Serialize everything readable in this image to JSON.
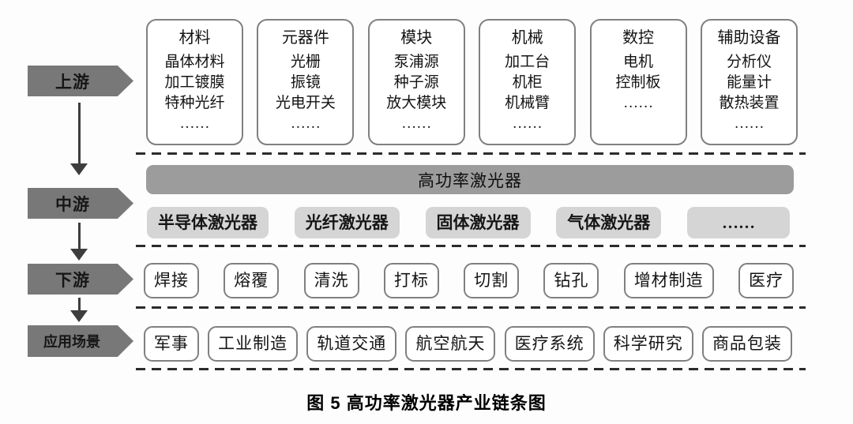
{
  "figure": {
    "caption": "图 5  高功率激光器产业链条图"
  },
  "stages": [
    {
      "id": "upstream",
      "label": "上游"
    },
    {
      "id": "midstream",
      "label": "中游"
    },
    {
      "id": "downstream",
      "label": "下游"
    },
    {
      "id": "application",
      "label": "应用场景"
    }
  ],
  "upstream": {
    "boxes": [
      {
        "title": "材料",
        "items": [
          "晶体材料",
          "加工镀膜",
          "特种光纤",
          "……"
        ]
      },
      {
        "title": "元器件",
        "items": [
          "光栅",
          "振镜",
          "光电开关",
          "……"
        ]
      },
      {
        "title": "模块",
        "items": [
          "泵浦源",
          "种子源",
          "放大模块",
          "……"
        ]
      },
      {
        "title": "机械",
        "items": [
          "加工台",
          "机柜",
          "机械臂",
          "……"
        ]
      },
      {
        "title": "数控",
        "items": [
          "电机",
          "控制板",
          "……"
        ]
      },
      {
        "title": "辅助设备",
        "items": [
          "分析仪",
          "能量计",
          "散热装置",
          "……"
        ]
      }
    ]
  },
  "midstream": {
    "banner": "高功率激光器",
    "tags": [
      "半导体激光器",
      "光纤激光器",
      "固体激光器",
      "气体激光器",
      "……"
    ]
  },
  "downstream": {
    "boxes": [
      "焊接",
      "熔覆",
      "清洗",
      "打标",
      "切割",
      "钻孔",
      "增材制造",
      "医疗"
    ]
  },
  "application": {
    "boxes": [
      "军事",
      "工业制造",
      "轨道交通",
      "航空航天",
      "医疗系统",
      "科学研究",
      "商品包装"
    ]
  },
  "colors": {
    "stage_arrow": "#787878",
    "banner": "#9c9c9c",
    "tag_bg": "#d5d5d5",
    "box_border": "#808080",
    "dash": "#2b2b2b",
    "text": "#141414"
  }
}
